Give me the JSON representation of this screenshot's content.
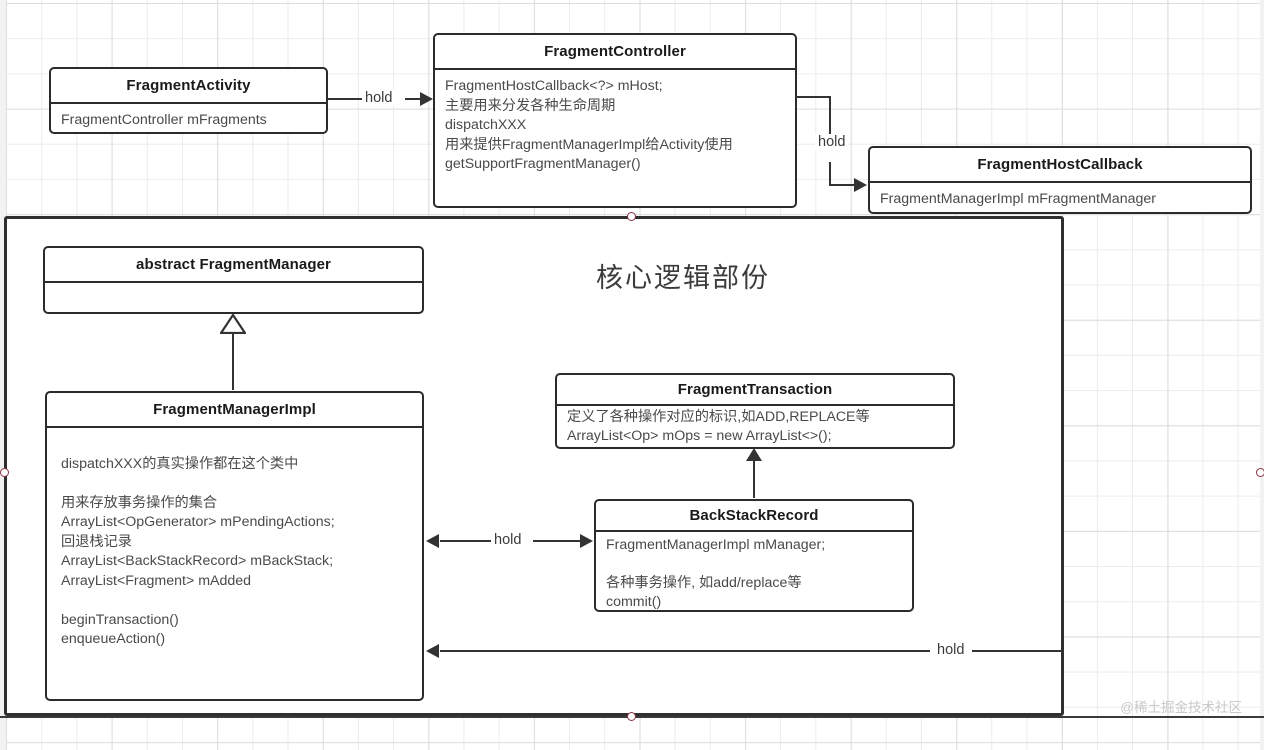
{
  "diagram": {
    "core_area_title": "核心逻辑部份",
    "watermark": "@稀土掘金技术社区",
    "edge_labels": {
      "activity_to_controller": "hold",
      "controller_to_hostcallback": "hold",
      "impl_to_backstackrecord": "hold",
      "container_to_impl": "hold"
    },
    "colors": {
      "box_border": "#2b2b2b",
      "box_fill": "#ffffff",
      "title_text": "#1a1a1a",
      "body_text": "#4a4a4a",
      "connector": "#333333",
      "handle_stroke": "#8c3343",
      "grid_minor": "#ececec",
      "grid_major": "#dddddd",
      "watermark": "#c9c9c9"
    },
    "classes": [
      {
        "id": "fragment-activity",
        "title": "FragmentActivity",
        "body": "FragmentController mFragments"
      },
      {
        "id": "fragment-controller",
        "title": "FragmentController",
        "body": "FragmentHostCallback<?> mHost;\n主要用来分发各种生命周期\ndispatchXXX\n用来提供FragmentManagerImpl给Activity使用\ngetSupportFragmentManager()"
      },
      {
        "id": "fragment-host-callback",
        "title": "FragmentHostCallback",
        "body": "FragmentManagerImpl mFragmentManager"
      },
      {
        "id": "abstract-fragment-manager",
        "title": "abstract  FragmentManager",
        "body": ""
      },
      {
        "id": "fragment-manager-impl",
        "title": "FragmentManagerImpl",
        "body": "\ndispatchXXX的真实操作都在这个类中\n\n用来存放事务操作的集合\nArrayList<OpGenerator> mPendingActions;\n回退栈记录\nArrayList<BackStackRecord> mBackStack;\nArrayList<Fragment> mAdded\n\nbeginTransaction()\nenqueueAction()"
      },
      {
        "id": "fragment-transaction",
        "title": "FragmentTransaction",
        "body": "定义了各种操作对应的标识,如ADD,REPLACE等\nArrayList<Op> mOps = new ArrayList<>();"
      },
      {
        "id": "back-stack-record",
        "title": "BackStackRecord",
        "body": "FragmentManagerImpl mManager;\n\n各种事务操作, 如add/replace等\ncommit()"
      }
    ]
  }
}
